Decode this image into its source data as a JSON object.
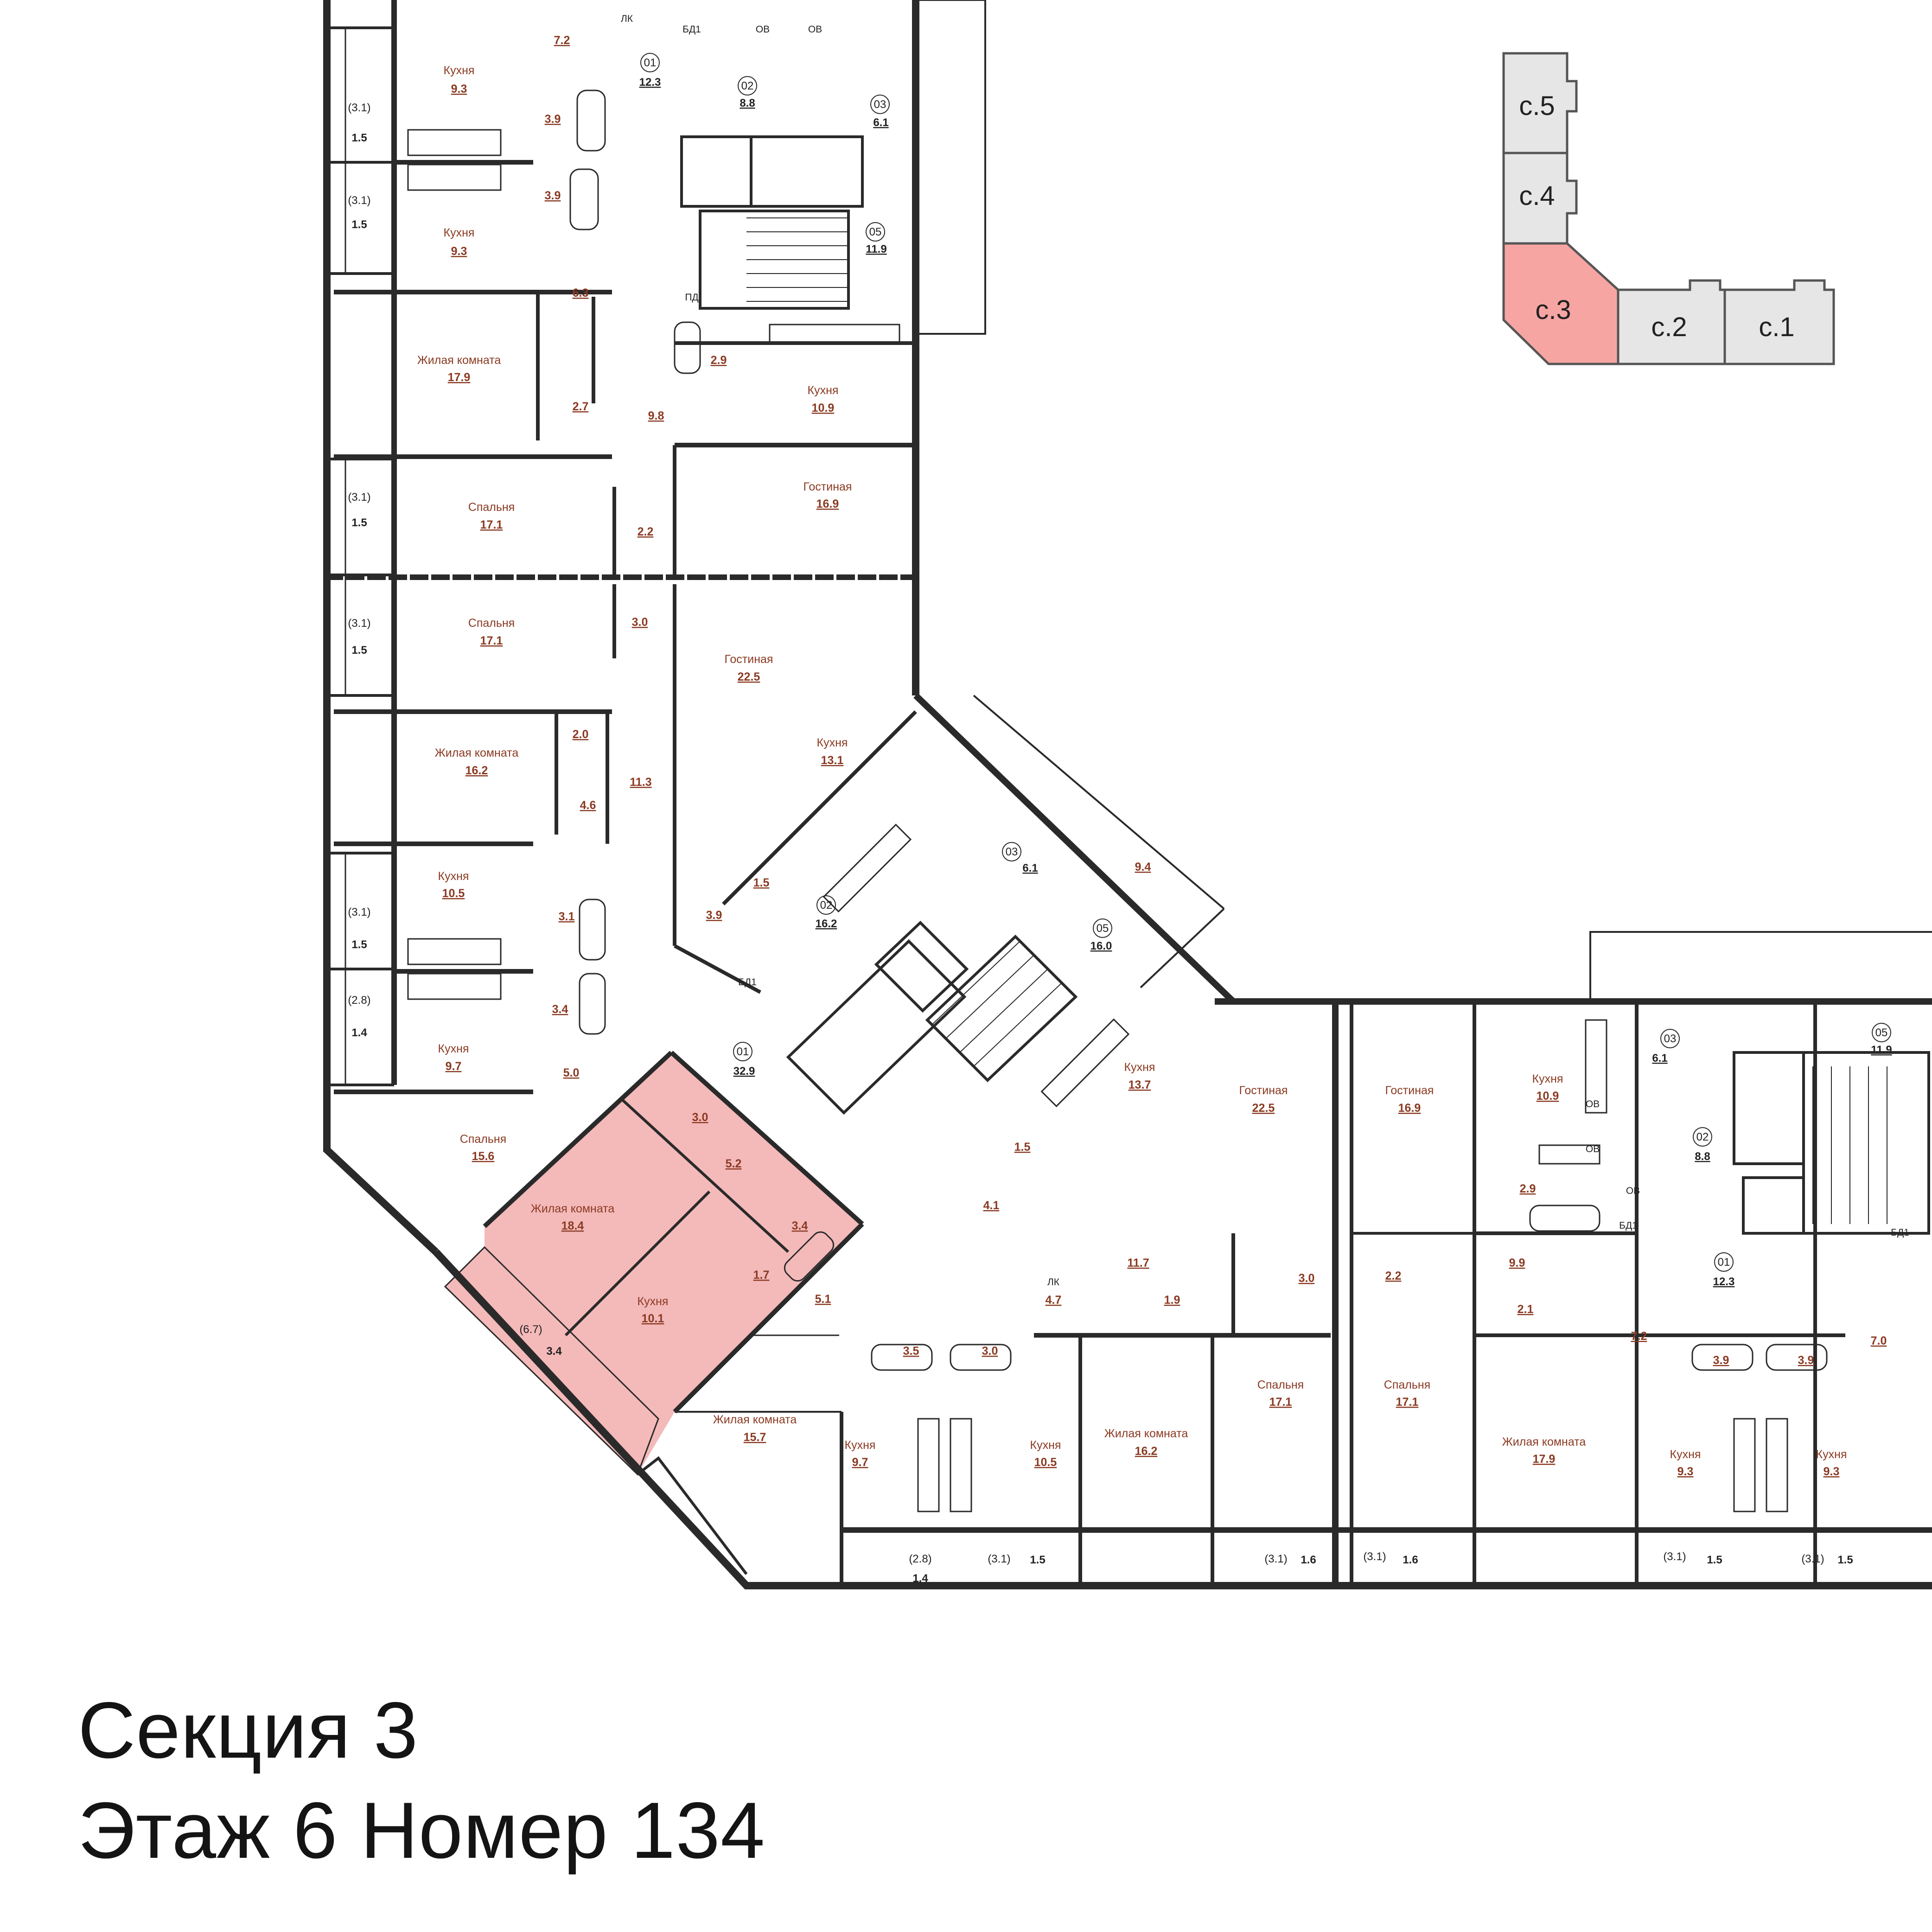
{
  "caption": {
    "section": "Секция 3",
    "floor_number": "Этаж 6 Номер 134"
  },
  "highlight_color": "#f4b9b9",
  "key_plan": {
    "sections": [
      {
        "label": "с.5",
        "selected": false
      },
      {
        "label": "с.4",
        "selected": false
      },
      {
        "label": "с.3",
        "selected": true
      },
      {
        "label": "с.2",
        "selected": false
      },
      {
        "label": "с.1",
        "selected": false
      }
    ],
    "selected_color": "#f6a5a3",
    "default_color": "#e6e6e6"
  },
  "rooms": [
    {
      "name": "Кухня",
      "area": "9.3"
    },
    {
      "name": "",
      "area": "7.2"
    },
    {
      "name": "",
      "area": "3.9"
    },
    {
      "name": "",
      "area": "3.9"
    },
    {
      "name": "Кухня",
      "area": "9.3"
    },
    {
      "name": "",
      "area": "6.3"
    },
    {
      "name": "Жилая комната",
      "area": "17.9"
    },
    {
      "name": "",
      "area": "2.7"
    },
    {
      "name": "",
      "area": "9.8"
    },
    {
      "name": "",
      "area": "2.9"
    },
    {
      "name": "Кухня",
      "area": "10.9"
    },
    {
      "name": "Спальня",
      "area": "17.1"
    },
    {
      "name": "",
      "area": "2.2"
    },
    {
      "name": "Гостиная",
      "area": "16.9"
    },
    {
      "name": "Спальня",
      "area": "17.1"
    },
    {
      "name": "",
      "area": "3.0"
    },
    {
      "name": "Гостиная",
      "area": "22.5"
    },
    {
      "name": "Жилая комната",
      "area": "16.2"
    },
    {
      "name": "",
      "area": "2.0"
    },
    {
      "name": "",
      "area": "4.6"
    },
    {
      "name": "",
      "area": "11.3"
    },
    {
      "name": "Кухня",
      "area": "13.1"
    },
    {
      "name": "Кухня",
      "area": "10.5"
    },
    {
      "name": "",
      "area": "3.1"
    },
    {
      "name": "",
      "area": "1.5"
    },
    {
      "name": "",
      "area": "3.9"
    },
    {
      "name": "Кухня",
      "area": "9.7"
    },
    {
      "name": "",
      "area": "3.4"
    },
    {
      "name": "",
      "area": "5.0"
    },
    {
      "name": "Спальня",
      "area": "15.6"
    },
    {
      "name": "",
      "area": "3.0"
    },
    {
      "name": "",
      "area": "5.2"
    },
    {
      "name": "Жилая комната",
      "area": "18.4"
    },
    {
      "name": "",
      "area": "3.4"
    },
    {
      "name": "",
      "area": "1.7"
    },
    {
      "name": "Кухня",
      "area": "10.1"
    },
    {
      "name": "Кухня",
      "area": "13.7"
    },
    {
      "name": "",
      "area": "1.5"
    },
    {
      "name": "",
      "area": "4.1"
    },
    {
      "name": "",
      "area": "11.7"
    },
    {
      "name": "",
      "area": "5.1"
    },
    {
      "name": "",
      "area": "3.5"
    },
    {
      "name": "",
      "area": "3.0"
    },
    {
      "name": "",
      "area": "4.7"
    },
    {
      "name": "Жилая комната",
      "area": "15.7"
    },
    {
      "name": "Кухня",
      "area": "9.7"
    },
    {
      "name": "Кухня",
      "area": "10.5"
    },
    {
      "name": "",
      "area": "1.9"
    },
    {
      "name": "Жилая комната",
      "area": "16.2"
    },
    {
      "name": "Гостиная",
      "area": "22.5"
    },
    {
      "name": "",
      "area": "3.0"
    },
    {
      "name": "Спальня",
      "area": "17.1"
    },
    {
      "name": "Гостиная",
      "area": "16.9"
    },
    {
      "name": "",
      "area": "2.2"
    },
    {
      "name": "Спальня",
      "area": "17.1"
    },
    {
      "name": "Кухня",
      "area": "10.9"
    },
    {
      "name": "",
      "area": "2.9"
    },
    {
      "name": "",
      "area": "9.9"
    },
    {
      "name": "",
      "area": "2.1"
    },
    {
      "name": "",
      "area": "7.2"
    },
    {
      "name": "Жилая комната",
      "area": "17.9"
    },
    {
      "name": "",
      "area": "3.9"
    },
    {
      "name": "",
      "area": "3.9"
    },
    {
      "name": "Кухня",
      "area": "9.3"
    },
    {
      "name": "Кухня",
      "area": "9.3"
    },
    {
      "name": "",
      "area": "7.0"
    },
    {
      "name": "",
      "area": "9.4"
    }
  ],
  "balconies": [
    {
      "dim": "(3.1)",
      "area": "1.5"
    },
    {
      "dim": "(3.1)",
      "area": "1.5"
    },
    {
      "dim": "(3.1)",
      "area": "1.5"
    },
    {
      "dim": "(3.1)",
      "area": "1.5"
    },
    {
      "dim": "(3.1)",
      "area": "1.5"
    },
    {
      "dim": "(2.8)",
      "area": "1.4"
    },
    {
      "dim": "(6.7)",
      "area": "3.4"
    },
    {
      "dim": "(2.8)",
      "area": "1.4"
    },
    {
      "dim": "(3.1)",
      "area": "1.5"
    },
    {
      "dim": "(3.1)",
      "area": "1.6"
    },
    {
      "dim": "(3.1)",
      "area": "1.6"
    },
    {
      "dim": "(3.1)",
      "area": "1.5"
    },
    {
      "dim": "(3.1)",
      "area": "1.5"
    }
  ],
  "common_areas": [
    {
      "num": "01",
      "area": "12.3"
    },
    {
      "num": "02",
      "area": "8.8"
    },
    {
      "num": "03",
      "area": "6.1"
    },
    {
      "num": "05",
      "area": "11.9"
    },
    {
      "num": "03",
      "area": "6.1"
    },
    {
      "num": "02",
      "area": "16.2"
    },
    {
      "num": "05",
      "area": "16.0"
    },
    {
      "num": "01",
      "area": "32.9"
    },
    {
      "num": "03",
      "area": "6.1"
    },
    {
      "num": "05",
      "area": "11.9"
    },
    {
      "num": "02",
      "area": "8.8"
    },
    {
      "num": "01",
      "area": "12.3"
    }
  ],
  "shaft_labels": [
    "БД1",
    "ОВ",
    "ОВ",
    "ЛК",
    "ПД",
    "БД1",
    "ЛК",
    "ОВ",
    "ОВ",
    "ОВ",
    "БД1",
    "БД1"
  ]
}
